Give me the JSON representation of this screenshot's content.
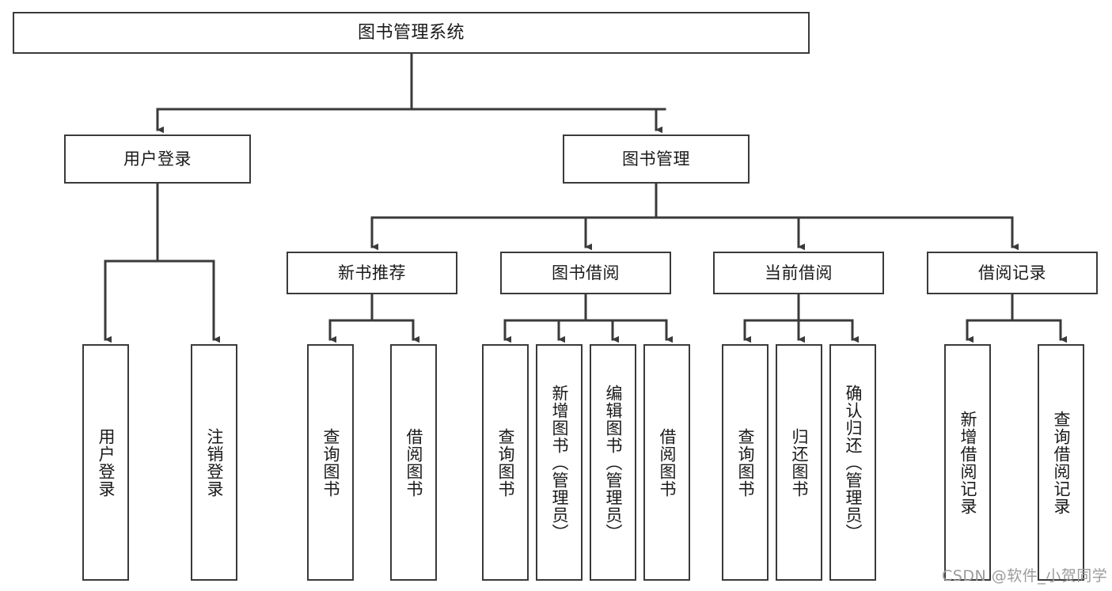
{
  "diagram": {
    "type": "tree-hierarchy-chart",
    "title": "图书管理系统",
    "stroke_color": "#3a3a3a",
    "text_color": "#1a1a1a",
    "background": "#ffffff",
    "root": {
      "label": "图书管理系统"
    },
    "level2": [
      {
        "label": "用户登录"
      },
      {
        "label": "图书管理"
      }
    ],
    "level3": [
      {
        "label": "新书推荐"
      },
      {
        "label": "图书借阅"
      },
      {
        "label": "当前借阅"
      },
      {
        "label": "借阅记录"
      }
    ],
    "leaves": {
      "user_login": [
        {
          "label": "用户登录"
        },
        {
          "label": "注销登录"
        }
      ],
      "new_book_recommend": [
        {
          "label": "查询图书"
        },
        {
          "label": "借阅图书"
        }
      ],
      "book_borrow": [
        {
          "label": "查询图书"
        },
        {
          "label": "新增图书（管理员）"
        },
        {
          "label": "编辑图书（管理员）"
        },
        {
          "label": "借阅图书"
        }
      ],
      "current_borrow": [
        {
          "label": "查询图书"
        },
        {
          "label": "归还图书"
        },
        {
          "label": "确认归还（管理员）"
        }
      ],
      "borrow_record": [
        {
          "label": "新增借阅记录"
        },
        {
          "label": "查询借阅记录"
        }
      ]
    }
  },
  "watermark": {
    "text": "CSDN @软件_小贺同学"
  }
}
